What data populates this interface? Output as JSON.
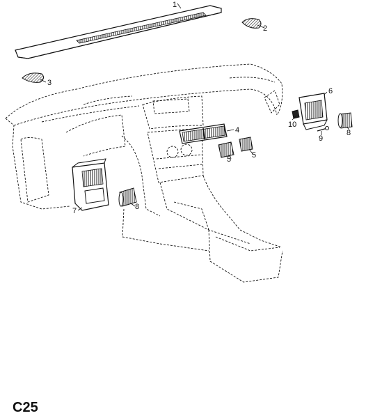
{
  "callouts": [
    {
      "id": "callout-1",
      "label": "1"
    },
    {
      "id": "callout-2",
      "label": "2"
    },
    {
      "id": "callout-3",
      "label": "3"
    },
    {
      "id": "callout-4",
      "label": "4"
    },
    {
      "id": "callout-5a",
      "label": "5"
    },
    {
      "id": "callout-5b",
      "label": "5"
    },
    {
      "id": "callout-6",
      "label": "6"
    },
    {
      "id": "callout-7",
      "label": "7"
    },
    {
      "id": "callout-8a",
      "label": "8"
    },
    {
      "id": "callout-8b",
      "label": "8"
    },
    {
      "id": "callout-9",
      "label": "9"
    },
    {
      "id": "callout-10",
      "label": "10"
    }
  ],
  "page_code": "C25"
}
